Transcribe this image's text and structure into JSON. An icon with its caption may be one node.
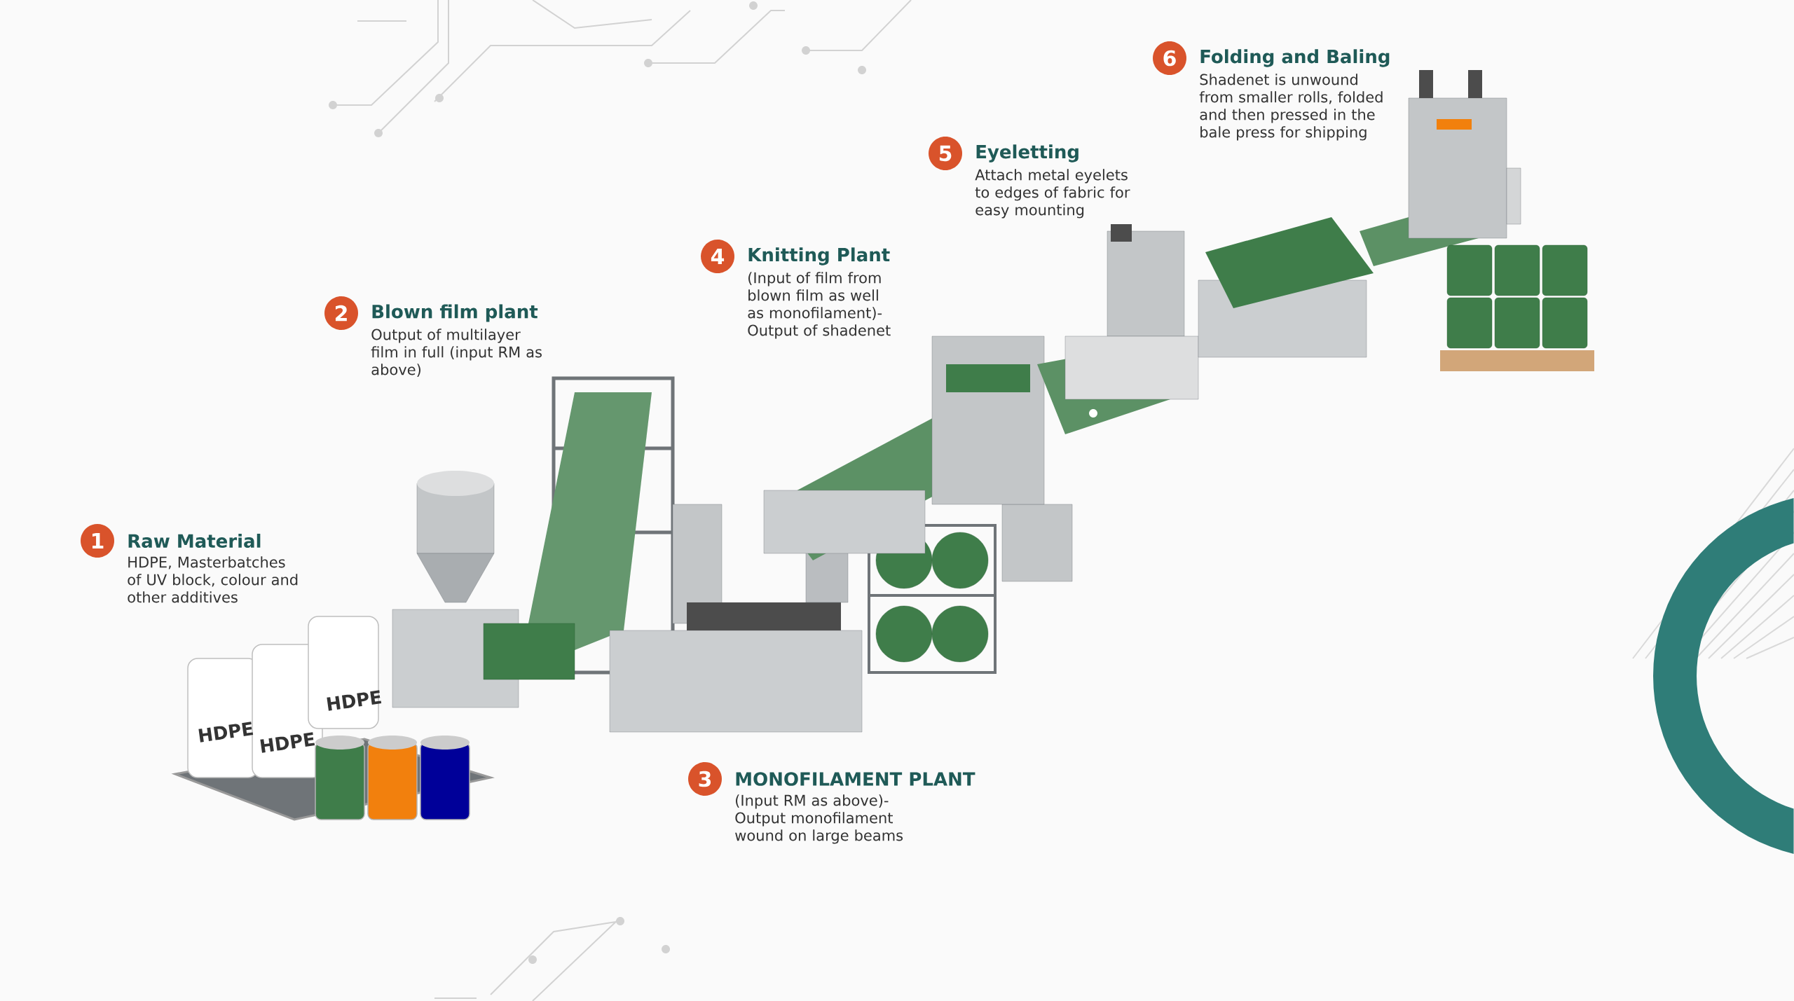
{
  "diagram": {
    "nodes": [
      {
        "text": [
          "1"
        ],
        "beside": [
          "Raw Material",
          "HDPE, Masterbatches of UV block, colour and other additives"
        ]
      },
      {
        "text": [
          "2"
        ],
        "beside": [
          "Blown film plant",
          "Output of multilayer film in full (input RM as above)"
        ]
      },
      {
        "text": [
          "3"
        ],
        "beside": [
          "MONOFILAMENT PLANT",
          "(Input RM as above)- Output monofilament wound on large beams"
        ]
      },
      {
        "text": [
          "4"
        ],
        "beside": [
          "Knitting Plant",
          "(Input of film from blown film as well as monofilament)- Output of shadenet"
        ]
      },
      {
        "text": [
          "5"
        ],
        "beside": [
          "Eyeletting",
          "Attach metal eyelets to edges of fabric for easy mounting"
        ]
      },
      {
        "text": [
          "6"
        ],
        "beside": [
          "Folding and Baling",
          "Shadenet is unwound from smaller rolls, folded and then pressed in the bale press for shipping"
        ]
      }
    ],
    "labels": [
      "HDPE",
      "HDPE",
      "HDPE"
    ]
  }
}
